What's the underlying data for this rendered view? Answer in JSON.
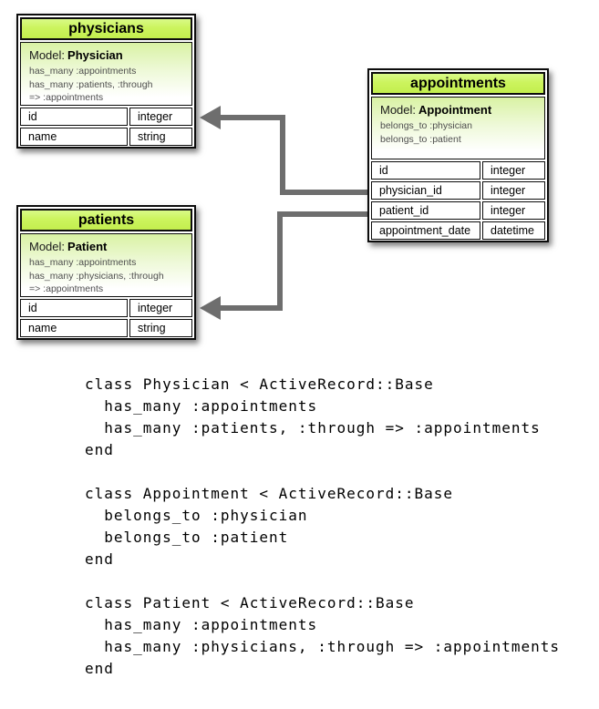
{
  "tables": [
    {
      "name": "physicians",
      "model_label": "Model:",
      "model_name": "Physician",
      "associations": [
        "has_many :appointments",
        "has_many :patients, :through",
        "=> :appointments"
      ],
      "rows": [
        {
          "field": "id",
          "type": "integer"
        },
        {
          "field": "name",
          "type": "string"
        }
      ]
    },
    {
      "name": "appointments",
      "model_label": "Model:",
      "model_name": "Appointment",
      "associations": [
        "belongs_to :physician",
        "belongs_to :patient"
      ],
      "rows": [
        {
          "field": "id",
          "type": "integer"
        },
        {
          "field": "physician_id",
          "type": "integer"
        },
        {
          "field": "patient_id",
          "type": "integer"
        },
        {
          "field": "appointment_date",
          "type": "datetime"
        }
      ]
    },
    {
      "name": "patients",
      "model_label": "Model:",
      "model_name": "Patient",
      "associations": [
        "has_many :appointments",
        "has_many :physicians, :through",
        "=> :appointments"
      ],
      "rows": [
        {
          "field": "id",
          "type": "integer"
        },
        {
          "field": "name",
          "type": "string"
        }
      ]
    }
  ],
  "code": {
    "lines": [
      "class Physician < ActiveRecord::Base",
      "  has_many :appointments",
      "  has_many :patients, :through => :appointments",
      "end",
      "",
      "class Appointment < ActiveRecord::Base",
      "  belongs_to :physician",
      "  belongs_to :patient",
      "end",
      "",
      "class Patient < ActiveRecord::Base",
      "  has_many :appointments",
      "  has_many :physicians, :through => :appointments",
      "end"
    ]
  },
  "colors": {
    "header_green": "#ccf45e",
    "model_gradient_top": "#d9f2a4",
    "arrow_gray": "#6e6e6e",
    "border_black": "#0c0c0c",
    "association_text": "#4e4e4e"
  }
}
